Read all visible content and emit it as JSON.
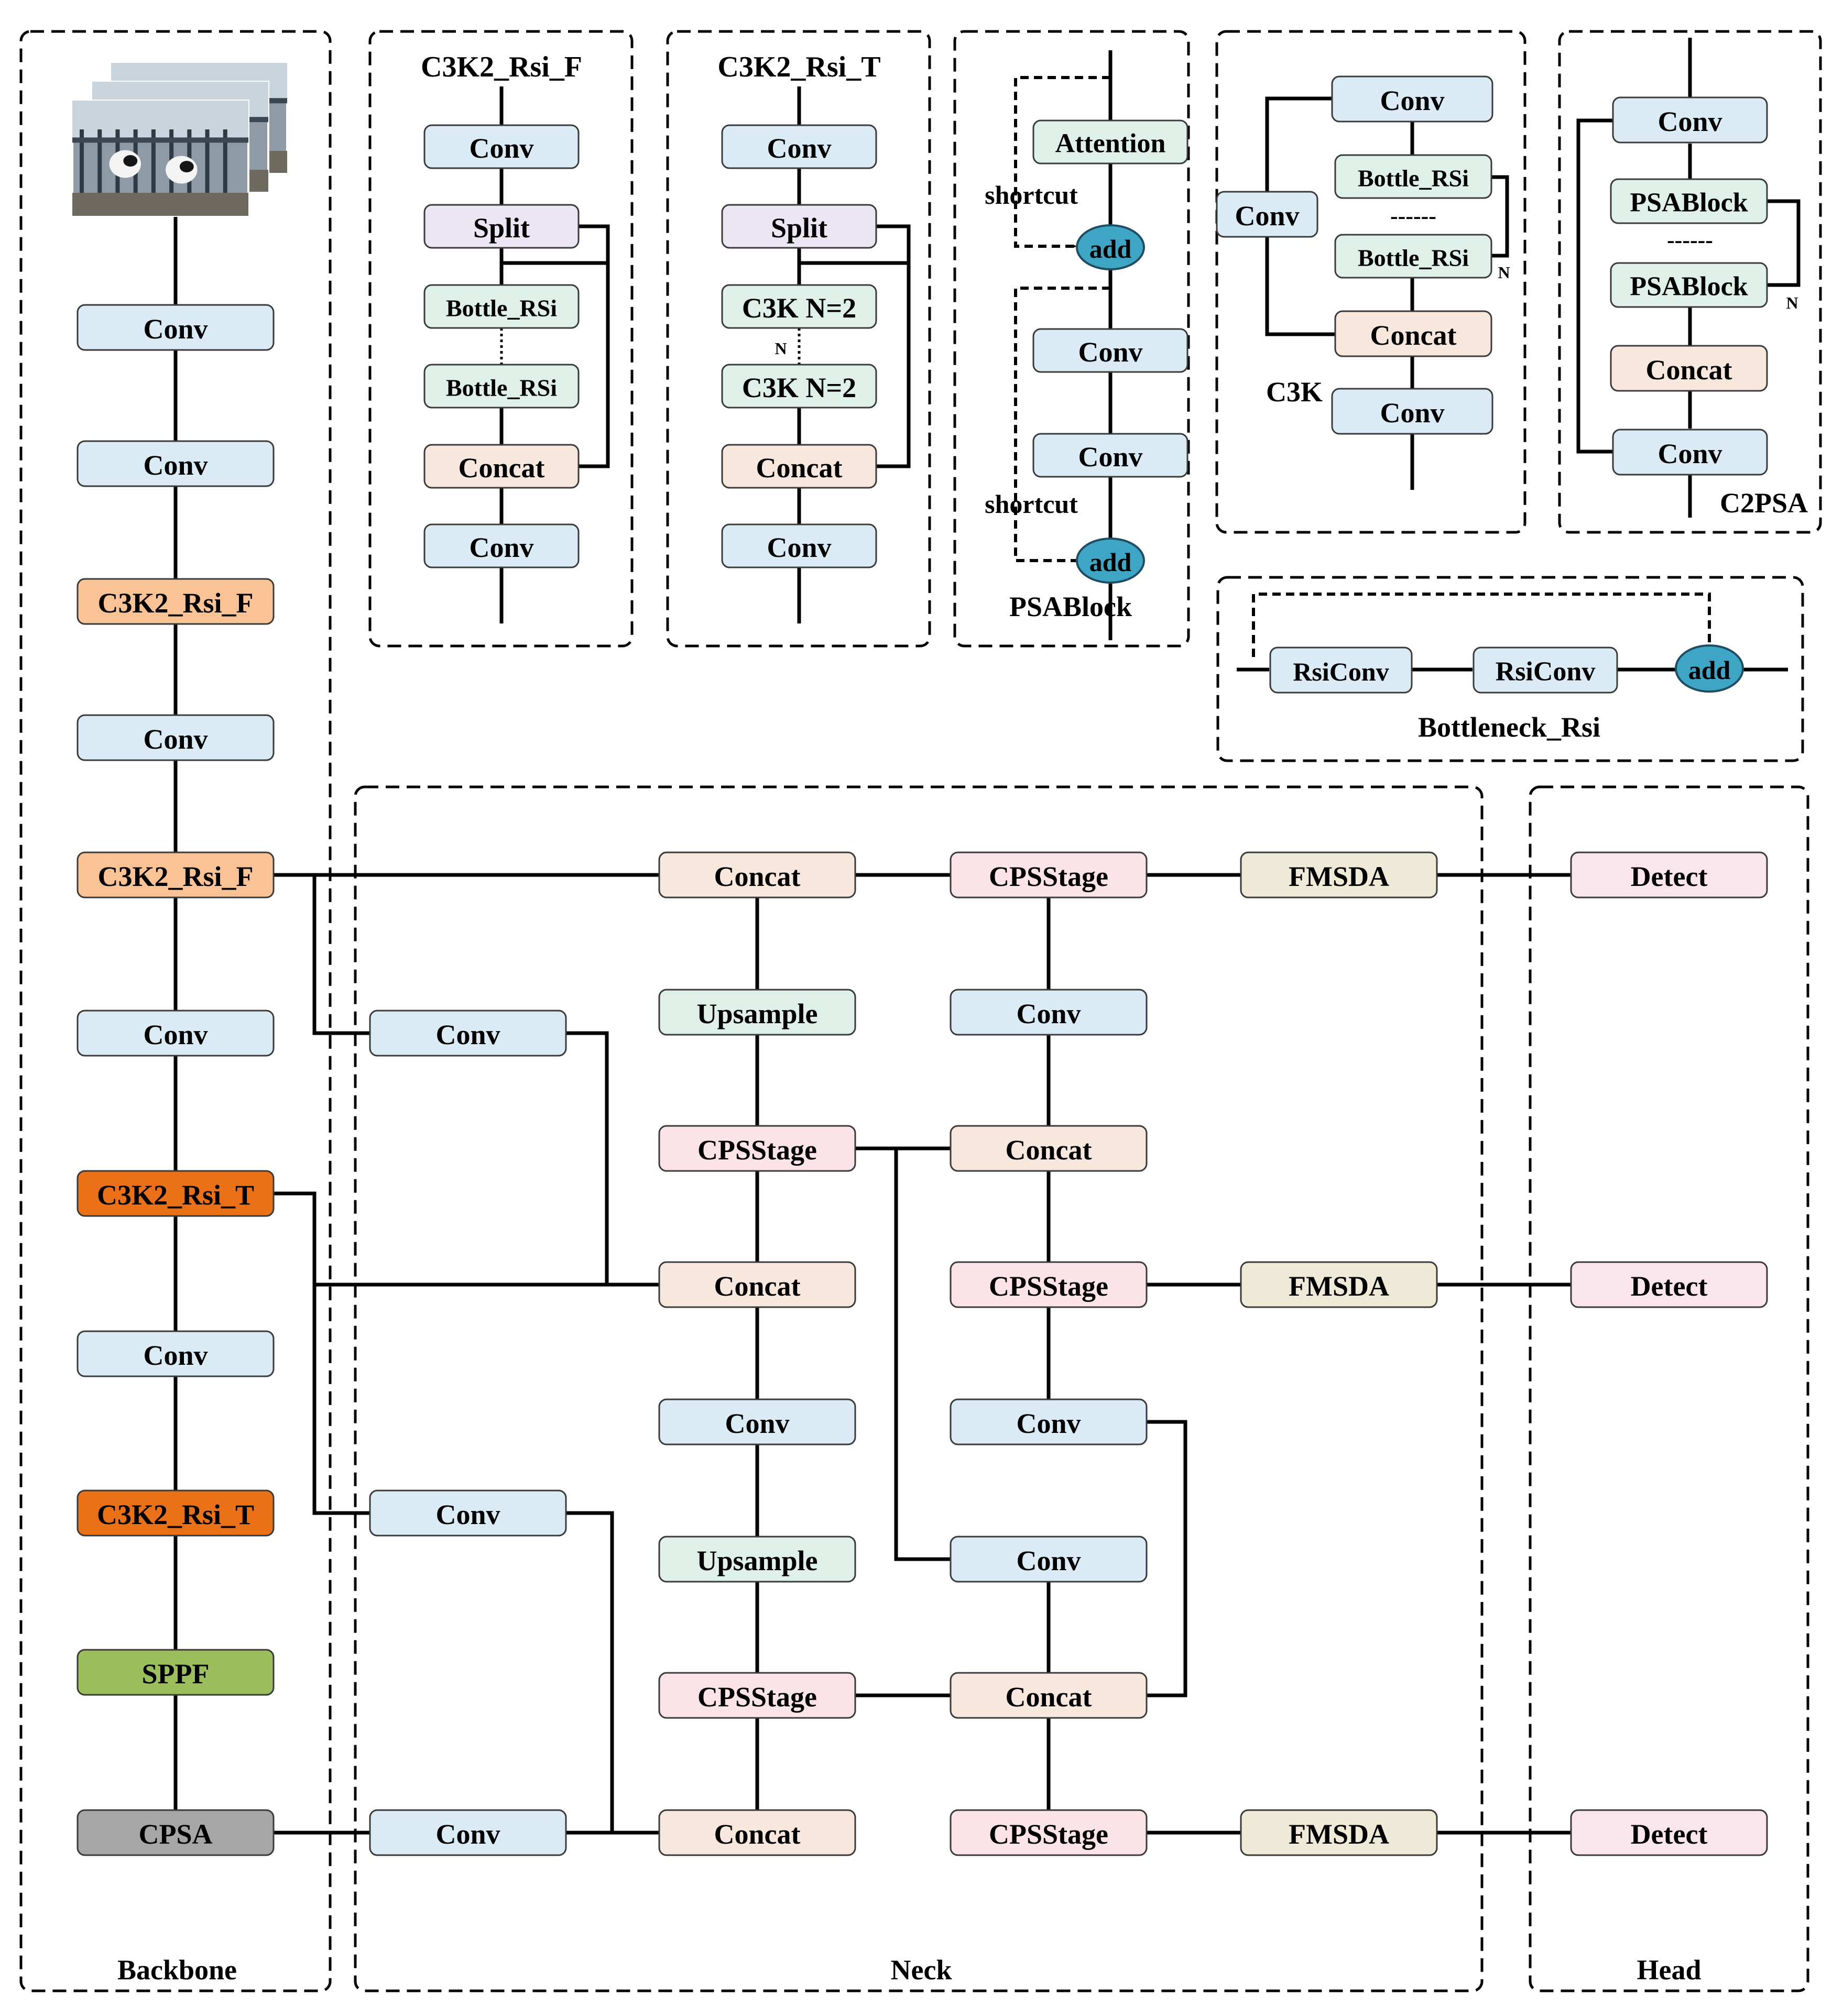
{
  "colors": {
    "conv": "#daebf6",
    "split": "#ece6f4",
    "bottle": "#dff0e8",
    "concat": "#f8e7dc",
    "c3k2_rsi_f": "#f9c396",
    "c3k2_rsi_t": "#ea7118",
    "sppf": "#9bbf5c",
    "cpsa": "#a6a6a6",
    "upsample": "#dff0e8",
    "cpsstage": "#fbe3e7",
    "fmsda": "#efe9d8",
    "detect": "#fbe5ec",
    "attention": "#dff0e8",
    "psablock": "#dff0e8",
    "add": "#3ea6c4",
    "rsiconv": "#daebf6"
  },
  "backbone": {
    "label": "Backbone",
    "input_image": "cow-barn-photo-icon",
    "blocks": [
      {
        "label": "Conv",
        "type": "conv"
      },
      {
        "label": "Conv",
        "type": "conv"
      },
      {
        "label": "C3K2_Rsi_F",
        "type": "c3k2_rsi_f"
      },
      {
        "label": "Conv",
        "type": "conv"
      },
      {
        "label": "C3K2_Rsi_F",
        "type": "c3k2_rsi_f"
      },
      {
        "label": "Conv",
        "type": "conv"
      },
      {
        "label": "C3K2_Rsi_T",
        "type": "c3k2_rsi_t"
      },
      {
        "label": "Conv",
        "type": "conv"
      },
      {
        "label": "C3K2_Rsi_T",
        "type": "c3k2_rsi_t"
      },
      {
        "label": "SPPF",
        "type": "sppf"
      },
      {
        "label": "CPSA",
        "type": "cpsa"
      }
    ]
  },
  "neck": {
    "label": "Neck",
    "col1": [
      "Conv",
      "Conv",
      "Conv"
    ],
    "col2": [
      "Concat",
      "Upsample",
      "CPSStage",
      "Concat",
      "Conv",
      "Upsample",
      "CPSStage",
      "Concat"
    ],
    "col3": [
      "CPSStage",
      "Conv",
      "Concat",
      "CPSStage",
      "Conv",
      "Conv",
      "Concat",
      "CPSStage"
    ],
    "col4": [
      "FMSDA",
      "FMSDA",
      "FMSDA"
    ]
  },
  "head": {
    "label": "Head",
    "blocks": [
      "Detect",
      "Detect",
      "Detect"
    ]
  },
  "c3k2_rsi_f": {
    "title": "C3K2_Rsi_F",
    "blocks": [
      "Conv",
      "Split",
      "Bottle_RSi",
      "Bottle_RSi",
      "Concat",
      "Conv"
    ]
  },
  "c3k2_rsi_t": {
    "title": "C3K2_Rsi_T",
    "blocks": [
      "Conv",
      "Split",
      "C3K N=2",
      "C3K N=2",
      "Concat",
      "Conv"
    ],
    "repeat": "N"
  },
  "psablock": {
    "title": "PSABlock",
    "blocks": [
      "Attention",
      "Conv",
      "Conv"
    ],
    "add": [
      "add",
      "add"
    ],
    "shortcut": [
      "shortcut",
      "shortcut"
    ]
  },
  "c3k": {
    "title": "C3K",
    "blocks": [
      "Conv",
      "Bottle_RSi",
      "Bottle_RSi",
      "Conv",
      "Concat",
      "Conv"
    ],
    "dots": "------",
    "repeat": "N"
  },
  "c2psa": {
    "title": "C2PSA",
    "blocks": [
      "Conv",
      "PSABlock",
      "PSABlock",
      "Concat",
      "Conv"
    ],
    "dots": "------",
    "repeat": "N"
  },
  "bottleneck_rsi": {
    "title": "Bottleneck_Rsi",
    "blocks": [
      "RsiConv",
      "RsiConv"
    ],
    "add": "add"
  }
}
